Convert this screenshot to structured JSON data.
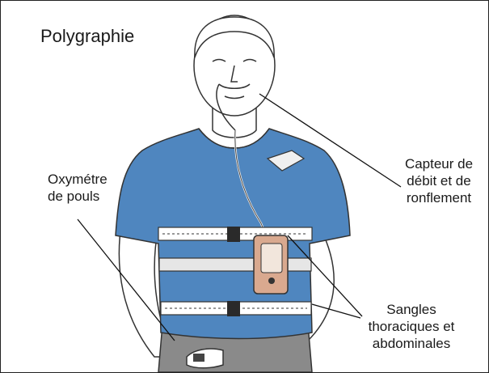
{
  "title": "Polygraphie",
  "labels": {
    "flow_sensor": "Capteur de\ndébit et de\nronflement",
    "oximeter": "Oxymétre\nde pouls",
    "straps": "Sangles\nthoraciques et\nabdominales"
  },
  "colors": {
    "shirt": "#4f86bf",
    "shirt_dark": "#2f5f94",
    "skin_outline": "#333333",
    "strap": "#ffffff",
    "pants": "#8a8a8a",
    "device": "#d9a98f"
  }
}
